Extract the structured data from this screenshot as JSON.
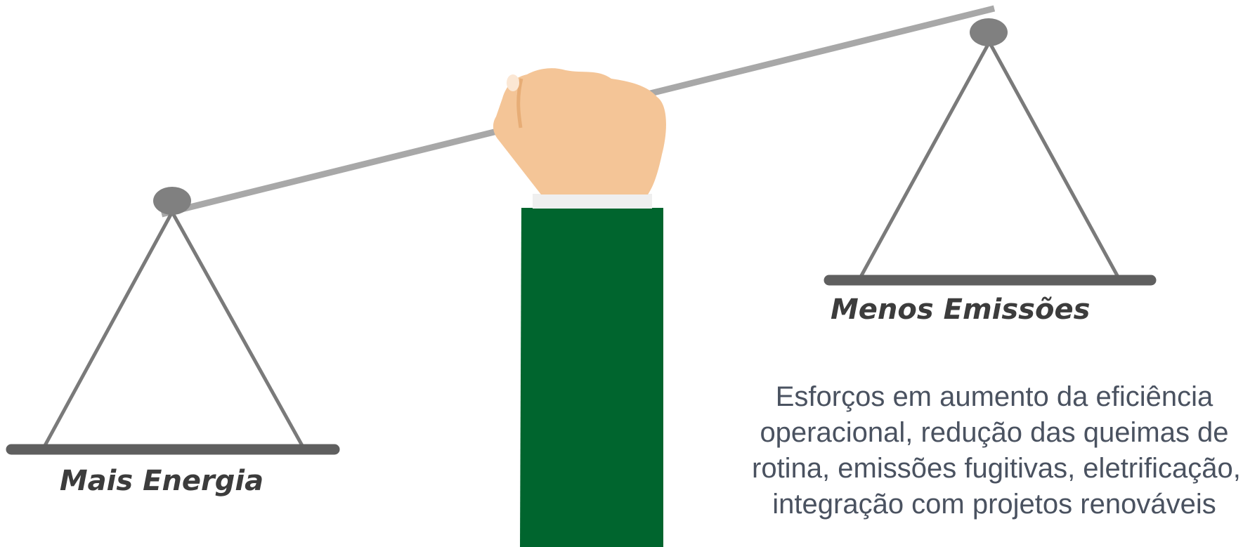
{
  "labels": {
    "left_pan": "Mais Energia",
    "right_pan": "Menos Emissões"
  },
  "description": {
    "lines": [
      "Esforços em aumento da eficiência",
      "operacional, redução das queimas de",
      "rotina, emissões fugitivas, eletrificação,",
      "integração com projetos renováveis"
    ]
  },
  "icons": {
    "scale": "balance-scale-icon",
    "hand": "raised-fist-hand-icon"
  },
  "colors": {
    "beam": "#a8a8a8",
    "pan_strings": "#7a7a7a",
    "pan_plate": "#5f5f5f",
    "pivot": "#808080",
    "sleeve": "#00652e",
    "cuff": "#efefef",
    "skin": "#f4c597",
    "label_text": "#3c3c3c",
    "description_text": "#4a5260"
  }
}
